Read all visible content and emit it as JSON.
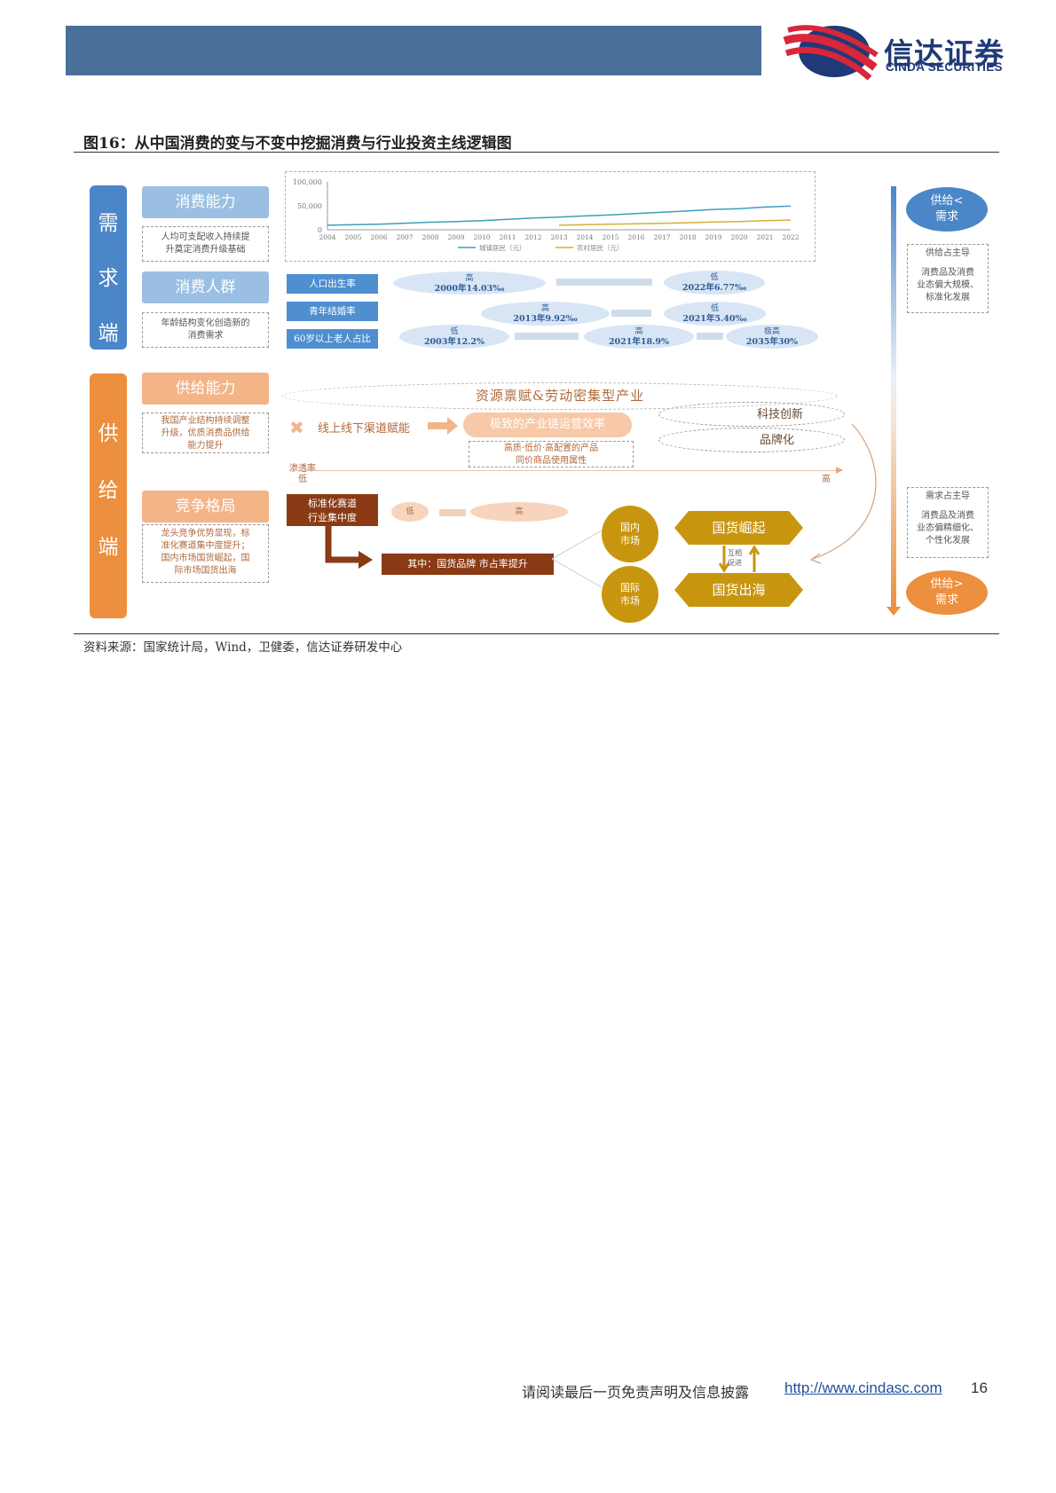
{
  "header": {
    "brand_cn": "信达证券",
    "brand_en": "CINDA SECURITIES"
  },
  "figure": {
    "title": "图16：从中国消费的变与不变中挖掘消费与行业投资主线逻辑图",
    "source": "资料来源：国家统计局，Wind，卫健委，信达证券研发中心"
  },
  "demand": {
    "tab": [
      "需",
      "求",
      "端"
    ],
    "capacity_label": "消费能力",
    "capacity_note": [
      "人均可支配收入持续提",
      "升奠定消费升级基础"
    ],
    "crowd_label": "消费人群",
    "crowd_note": [
      "年龄结构变化创造新的",
      "消费需求"
    ],
    "rows": [
      "人口出生率",
      "青年结婚率",
      "60岁以上老人占比"
    ],
    "birth": {
      "a_tag": "高",
      "a_val": "2000年14.03‰",
      "b_tag": "低",
      "b_val": "2022年6.77‰"
    },
    "marriage": {
      "a_tag": "高",
      "a_val": "2013年9.92‰",
      "b_tag": "低",
      "b_val": "2021年5.40‰"
    },
    "elderly": {
      "a_tag": "低",
      "a_val": "2003年12.2%",
      "b_tag": "高",
      "b_val": "2021年18.9%",
      "c_tag": "极高",
      "c_val": "2035年30%"
    }
  },
  "chart_data": {
    "type": "line",
    "x": [
      "2004",
      "2005",
      "2006",
      "2007",
      "2008",
      "2009",
      "2010",
      "2011",
      "2012",
      "2013",
      "2014",
      "2015",
      "2016",
      "2017",
      "2018",
      "2019",
      "2020",
      "2021",
      "2022"
    ],
    "y_ticks": [
      "100,000",
      "50,000",
      "0"
    ],
    "ylim": [
      0,
      100000
    ],
    "series": [
      {
        "name": "城镇居民（元）",
        "color": "#3aa0b5",
        "values": [
          9422,
          10493,
          11759,
          13786,
          15781,
          17175,
          19109,
          21810,
          24565,
          26467,
          28844,
          31195,
          33616,
          36396,
          39251,
          42359,
          43834,
          47412,
          49283
        ]
      },
      {
        "name": "农村居民（元）",
        "color": "#d4b03a",
        "values": [
          null,
          null,
          null,
          null,
          null,
          null,
          null,
          null,
          null,
          9430,
          10489,
          11422,
          12363,
          13432,
          14617,
          16021,
          17131,
          18931,
          20133
        ]
      }
    ]
  },
  "supply": {
    "tab": [
      "供",
      "给",
      "端"
    ],
    "capability_label": "供给能力",
    "capability_note": [
      "我国产业结构持续调整",
      "升级，优质消费品供给",
      "能力提升"
    ],
    "resource": "资源禀赋&劳动密集型产业",
    "channel": "线上线下渠道赋能",
    "efficiency": "极致的产业链运营效率",
    "tech": "科技创新",
    "brand": "品牌化",
    "quality_note": [
      "高质·低价·高配置的产品",
      "同价商品使用属性"
    ],
    "penetration": "渗透率",
    "pen_low": "低",
    "pen_high": "高",
    "competition_label": "竞争格局",
    "competition_note": [
      "龙头竞争优势显现，标",
      "准化赛道集中度提升；",
      "国内市场国货崛起，国",
      "际市场国货出海"
    ],
    "standard": [
      "标准化赛道",
      "行业集中度"
    ],
    "conc_low": "低",
    "conc_high": "高",
    "domestic_brand": "其中：国货品牌 市占率提升",
    "domestic_market": [
      "国内",
      "市场"
    ],
    "intl_market": [
      "国际",
      "市场"
    ],
    "rise": "国货崛起",
    "overseas": "国货出海",
    "mutual": [
      "互相",
      "促进"
    ]
  },
  "right": {
    "top_pill": [
      "供给<",
      "需求"
    ],
    "top_note_title": "供给占主导",
    "top_note": [
      "消费品及消费",
      "业态偏大规模、",
      "标准化发展"
    ],
    "bot_note_title": "需求占主导",
    "bot_note": [
      "消费品及消费",
      "业态偏精细化、",
      "个性化发展"
    ],
    "bot_pill": [
      "供给>",
      "需求"
    ]
  },
  "footer": {
    "disclaimer": "请阅读最后一页免责声明及信息披露",
    "url": "http://www.cindasc.com",
    "page": "16"
  }
}
